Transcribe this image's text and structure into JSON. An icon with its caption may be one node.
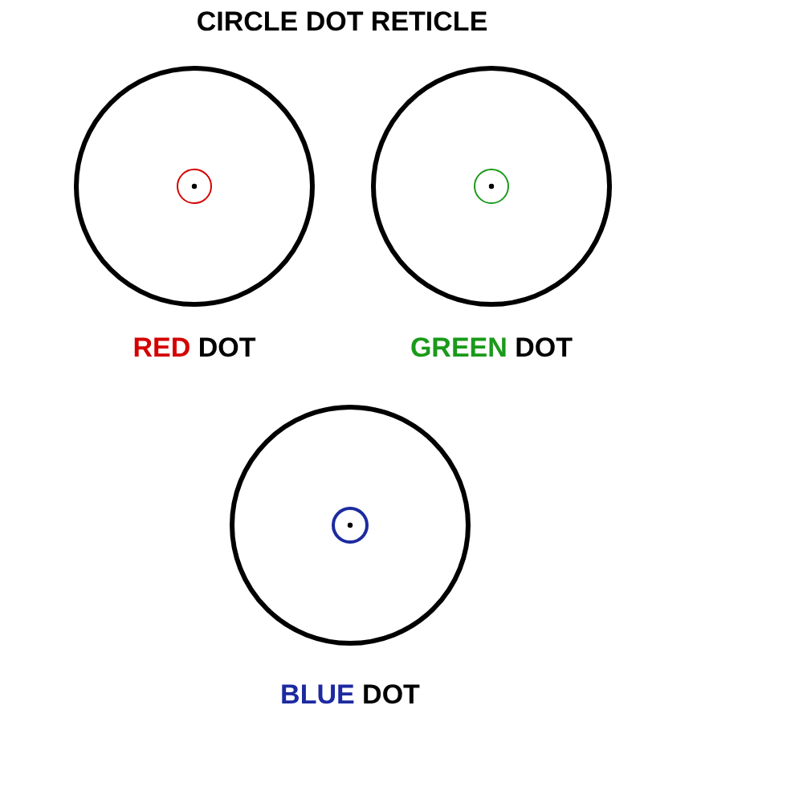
{
  "diagram": {
    "title": "CIRCLE DOT RETICLE",
    "labels": [
      "RED DOT",
      "GREEN DOT",
      "BLUE DOT"
    ]
  }
}
